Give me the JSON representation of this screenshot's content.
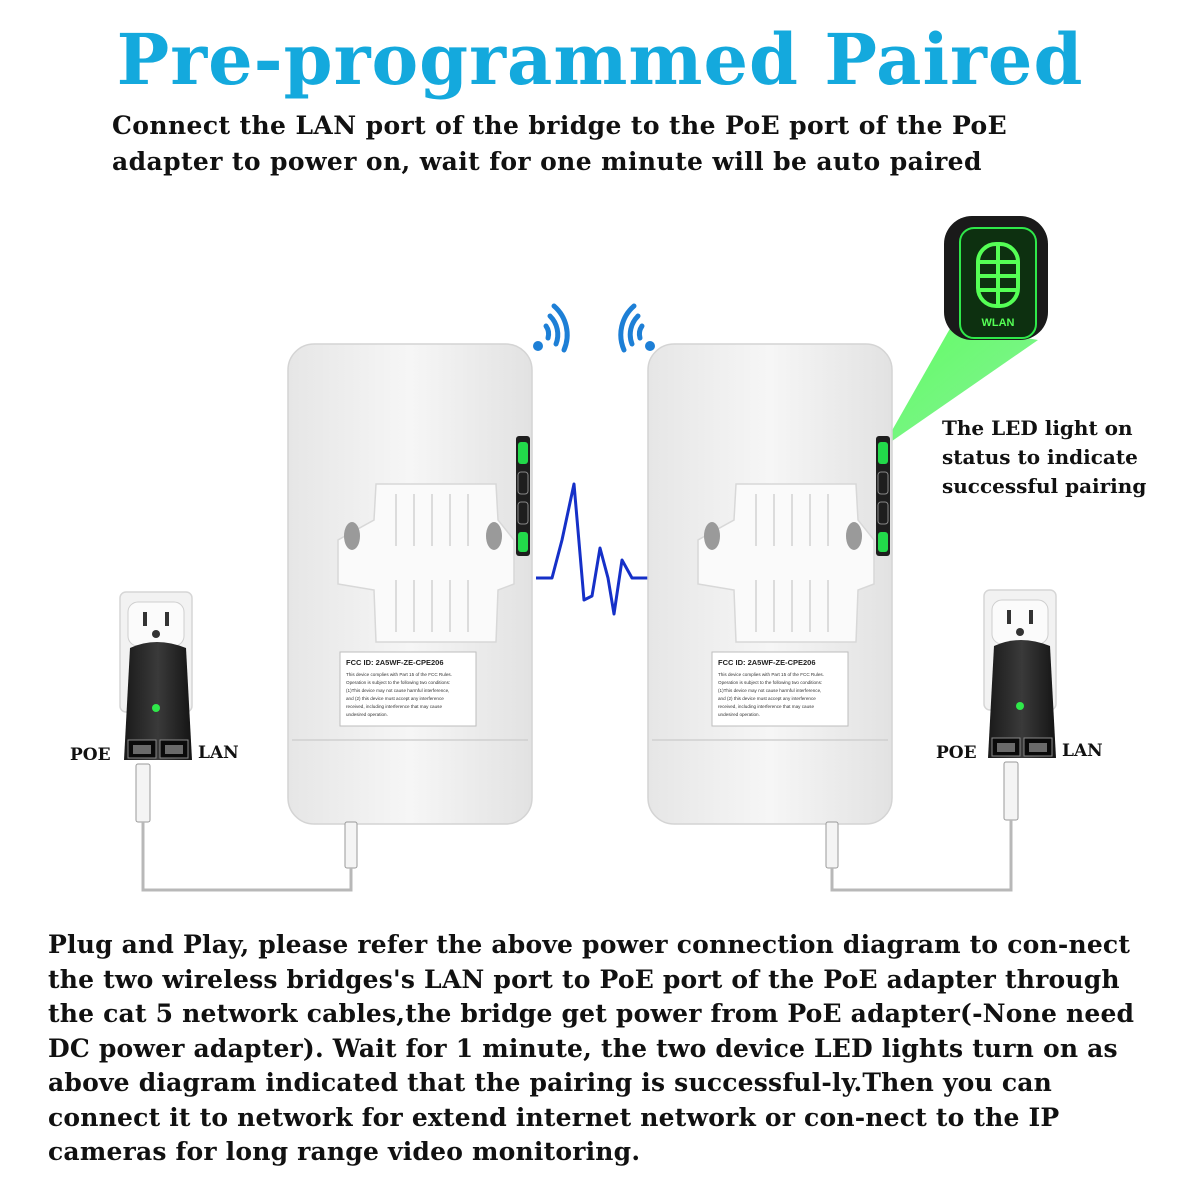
{
  "header": {
    "title": "Pre-programmed Paired",
    "subtitle": "Connect the LAN port of the bridge to the PoE port of the PoE adapter to power on, wait for one minute will be auto paired"
  },
  "callout": {
    "led_text": "The LED light on status to indicate successful pairing",
    "zoom_label": "WLAN"
  },
  "left_setup": {
    "poe_label": "POE",
    "lan_label": "LAN"
  },
  "right_setup": {
    "poe_label": "POE",
    "lan_label": "LAN"
  },
  "device_label": {
    "fcc_id": "FCC ID: 2A5WF-ZE-CPE206",
    "line1": "This device complies with Part 15 of the FCC Rules.",
    "line2": "Operation is subject to the following two conditions:",
    "line3": "(1)This device may not cause harmful interference,",
    "line4": "and (2) this device must accept any interference",
    "line5": "received, including interference that may cause",
    "line6": "undesired operation."
  },
  "footer": {
    "instructions": "Plug and Play, please refer the above power connection diagram to con-nect the two wireless bridges's LAN port to PoE port of the PoE adapter through the cat 5 network cables,the bridge get power from PoE adapter(-None need DC power adapter). Wait for 1 minute, the two device LED lights turn on as above diagram indicated that the pairing is successful-ly.Then you can connect it to network for extend internet network or con-nect to the IP cameras for long range video monitoring."
  },
  "colors": {
    "title": "#14a9dd",
    "wifi_icon": "#1d7fd6",
    "signal_wave": "#1530c8",
    "led_green": "#22d94a",
    "device_body": "#f0f0f0"
  }
}
